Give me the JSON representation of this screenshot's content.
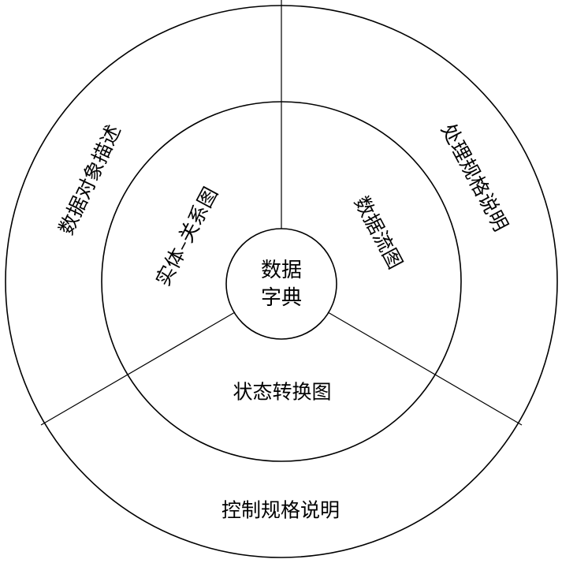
{
  "diagram": {
    "center": {
      "line1": "数据",
      "line2": "字典"
    },
    "middle_ring": {
      "left": "实体–关系图",
      "right": "数据流图",
      "bottom": "状态转换图"
    },
    "outer_ring": {
      "left": "数据对象描述",
      "right": "处理规格说明",
      "bottom": "控制规格说明"
    },
    "colors": {
      "stroke": "#000000",
      "text": "#000000",
      "background": "#ffffff"
    }
  }
}
